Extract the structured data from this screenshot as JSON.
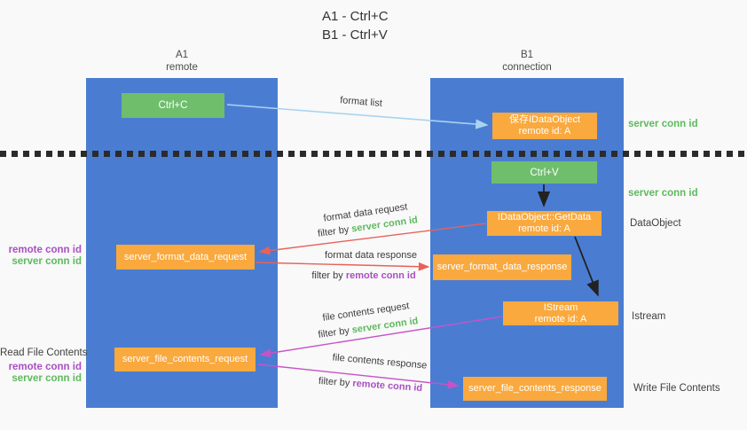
{
  "title": {
    "line1": "A1 - Ctrl+C",
    "line2": "B1 - Ctrl+V"
  },
  "lifelines": {
    "left": {
      "title": "A1",
      "subtitle": "remote"
    },
    "right": {
      "title": "B1",
      "subtitle": "connection"
    }
  },
  "nodes": {
    "ctrl_c": {
      "label": "Ctrl+C"
    },
    "save_dataobject": {
      "line1": "保存IDataObject",
      "line2": "remote id: A"
    },
    "ctrl_v": {
      "label": "Ctrl+V"
    },
    "getdata": {
      "line1": "IDataObject::GetData",
      "line2": "remote id: A"
    },
    "istream": {
      "line1": "IStream",
      "line2": "remote id: A"
    },
    "server_format_data_request": {
      "label": "server_format_data_request"
    },
    "server_format_data_response": {
      "label": "server_format_data_response"
    },
    "server_file_contents_request": {
      "label": "server_file_contents_request"
    },
    "server_file_contents_response": {
      "label": "server_file_contents_response"
    }
  },
  "arrow_labels": {
    "format_list": "format list",
    "format_data_request": "format data request",
    "format_data_request_filter": {
      "prefix": "filter by",
      "id": "server conn id"
    },
    "format_data_response": "format data response",
    "format_data_response_filter": {
      "prefix": "filter by",
      "id": "remote conn id"
    },
    "file_contents_request": "file contents request",
    "file_contents_request_filter": {
      "prefix": "filter by",
      "id": "server conn id"
    },
    "file_contents_response": "file contents response",
    "file_contents_response_filter": {
      "prefix": "filter by",
      "id": "remote conn id"
    }
  },
  "side_labels": {
    "server_conn_id_top": "server conn id",
    "server_conn_id_mid": "server conn id",
    "dataobject": "DataObject",
    "istream": "Istream",
    "write_file_contents": "Write File Contents",
    "read_file_contents": "Read File Contents",
    "left_remote_conn_id_1": "remote conn id",
    "left_server_conn_id_1": "server conn id",
    "left_remote_conn_id_2": "remote conn id",
    "left_server_conn_id_2": "server conn id"
  },
  "colors": {
    "lifeline_blue": "#4a7dd2",
    "node_green": "#6fbe6c",
    "node_orange": "#f9a93e",
    "arrow_red": "#e8615a",
    "arrow_magenta": "#c753c7",
    "arrow_blue": "#a9d3f0",
    "arrow_black": "#222222",
    "text_green": "#5eb95e",
    "text_purple": "#a94fc3"
  }
}
